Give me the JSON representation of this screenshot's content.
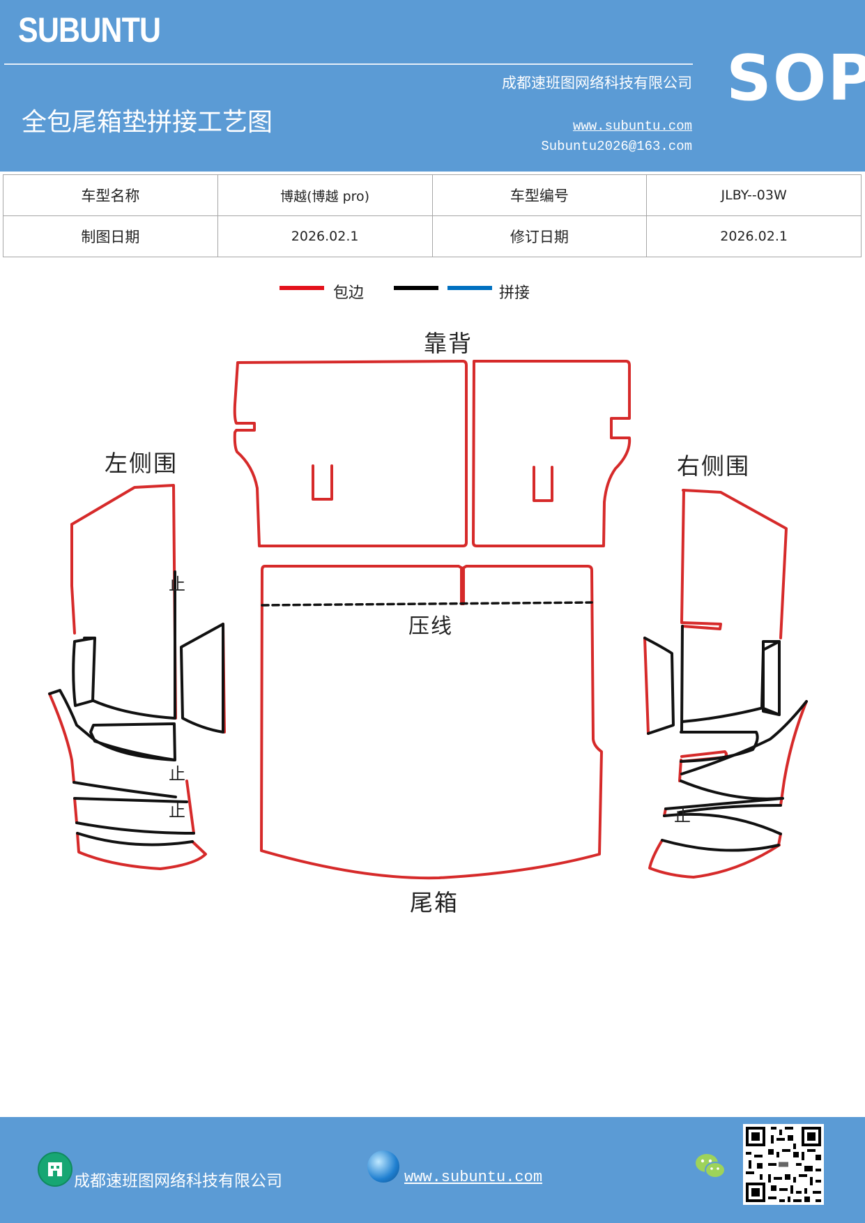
{
  "header": {
    "brand": "SUBUNTU",
    "company": "成都速班图网络科技有限公司",
    "title": "全包尾箱垫拼接工艺图",
    "website": "www.subuntu.com",
    "email": "Subuntu2026@163.com",
    "badge": "SOP"
  },
  "info_table": {
    "rows": [
      [
        "车型名称",
        "博越(博越 pro)",
        "车型编号",
        "JLBY--03W"
      ],
      [
        "制图日期",
        "2026.02.1",
        "修订日期",
        "2026.02.1"
      ]
    ]
  },
  "legend": {
    "items": [
      {
        "label": "包边",
        "color": "#e3111b"
      },
      {
        "label": "",
        "color": "#000000"
      },
      {
        "label": "拼接",
        "color": "#0070c0"
      }
    ]
  },
  "diagram": {
    "labels": {
      "backrest": "靠背",
      "left_side": "左侧围",
      "right_side": "右侧围",
      "crease": "压线",
      "trunk": "尾箱",
      "stop_mark": "止"
    },
    "edge_color": "#d62a2a",
    "seam_color": "#111111"
  },
  "footer": {
    "company": "成都速班图网络科技有限公司",
    "website": "www.subuntu.com"
  },
  "icons": {
    "company": "building-icon",
    "web": "globe-icon",
    "wechat": "wechat-icon",
    "qr": "qr-code"
  }
}
